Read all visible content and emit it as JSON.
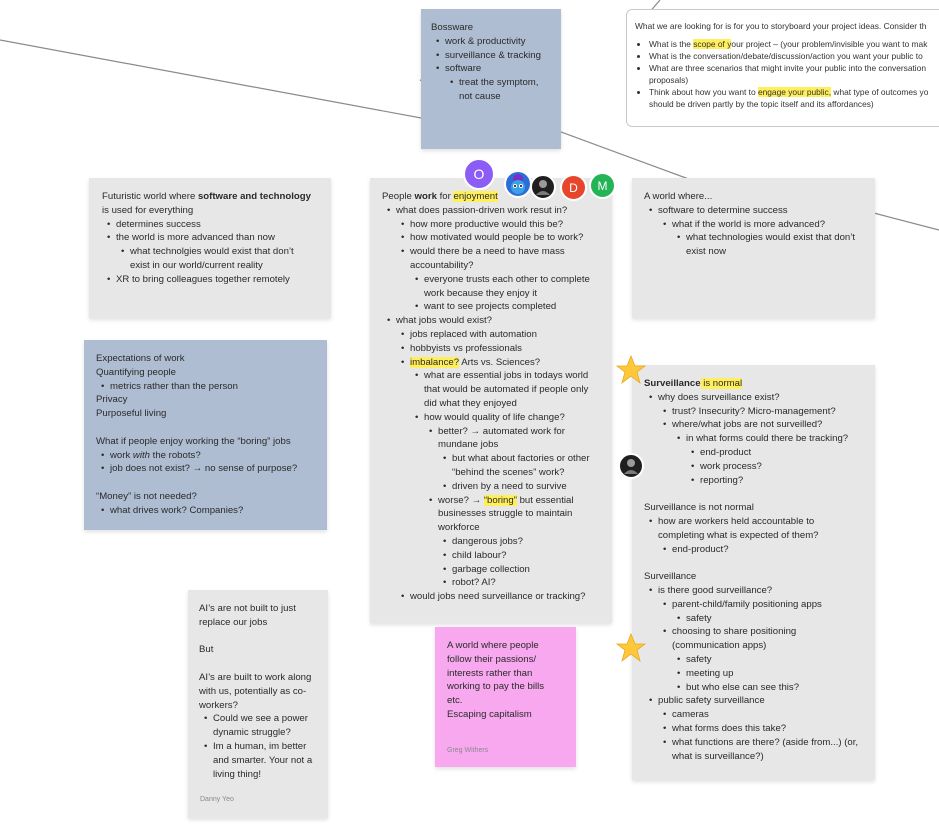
{
  "colors": {
    "grey_sticky": "#e7e7e7",
    "blue_sticky": "#aebdd1",
    "pink_sticky": "#f7a8ee",
    "highlight": "#ffef5c",
    "star": "#ffc83a",
    "avatar_o": "#8b5cf6",
    "avatar_d": "#e8462c",
    "avatar_m": "#22b455"
  },
  "prompt_card": {
    "intro": "What we are looking for is for you to storyboard your project ideas. Consider th",
    "b1_pre": "What is the ",
    "b1_hl": "scope of y",
    "b1_post": "our project – (your problem/invisible you want to mak",
    "b2": "What is the conversation/debate/discussion/action you want your public to",
    "b3a": "What are three scenarios that might invite your public into the conversation",
    "b3b": "proposals)",
    "b4_pre": "Think about how you want to ",
    "b4_hl": "engage your public,",
    "b4_post": " what type of outcomes yo",
    "b4_cont": "should be driven partly by the topic itself and its affordances)"
  },
  "bossware": {
    "title": "Bossware",
    "items": [
      "work & productivity",
      "surveillance & tracking",
      "software"
    ],
    "sub": [
      "treat the symptom,",
      "not cause"
    ]
  },
  "futuristic": {
    "pre": "Futuristic world where ",
    "bold": "software and technology",
    "line2": "is used for everything",
    "l1": "determines success",
    "l2": "the world is more advanced than now",
    "l2a": "what technolgies would exist that don’t",
    "l2b": "exist in our world/current reality",
    "l3": "XR to bring colleagues together remotely"
  },
  "expectations": {
    "l1": "Expectations of work",
    "l2": "Quantifying people",
    "l3": "metrics rather than the person",
    "l4": "Privacy",
    "l5": "Purposeful living",
    "l6": "What if people enjoy working the “boring” jobs",
    "l7a": "work ",
    "l7b": "with",
    "l7c": " the robots?",
    "l8": "job does not exist? → no sense of purpose?",
    "l9": "“Money” is not needed?",
    "l10": "what drives work? Companies?"
  },
  "people_work": {
    "pre": "People ",
    "bold": "work",
    "mid": " for ",
    "hl": "enjoyment",
    "lines": [
      "what does passion-driven work resut in?",
      "how more productive would this be?",
      "how motivated would people be to work?",
      "would there be a need to have mass",
      "accountability?",
      "everyone trusts each other to complete",
      "work because they enjoy it",
      "want to see projects completed",
      "what jobs would exist?",
      "jobs replaced with automation",
      "hobbyists vs professionals",
      "imbalance?",
      " Arts vs. Sciences?",
      "what are essential jobs in todays world",
      "that would be automated if people only",
      "did what they enjoyed",
      "how would quality of life change?",
      "better? → automated work for",
      "mundane jobs",
      "but what about factories or other",
      "“behind the scenes” work?",
      "driven by a need to survive",
      "worse? → ",
      "“boring”",
      " but essential",
      "businesses struggle to maintain",
      "workforce",
      "dangerous jobs?",
      "child labour?",
      "garbage collection",
      "robot? AI?",
      "would jobs need surveillance or tracking?"
    ]
  },
  "a_world": {
    "l1": "A world where...",
    "l2": "software to determine success",
    "l3": "what if the world is more advanced?",
    "l4": "what technologies would exist that don’t",
    "l5": "exist now"
  },
  "surveillance": {
    "t1a": "Surveillance",
    "t1b": " is normal",
    "lines": [
      "why does surveillance exist?",
      "trust? Insecurity? Micro-management?",
      "where/what jobs are not surveilled?",
      "in what forms could there be tracking?",
      "end-product",
      "work process?",
      "reporting?",
      "Surveillance is not normal",
      "how are workers held accountable to",
      "completing what is expected of them?",
      "end-product?",
      "Surveillance",
      "is there good surveillance?",
      "parent-child/family positioning apps",
      "safety",
      "choosing to share positioning",
      "(communication apps)",
      "safety",
      "meeting up",
      "but who else can see this?",
      "public safety surveillance",
      "cameras",
      "what forms does this take?",
      "what functions are there? (aside from...) (or,",
      "what is surveillance?)"
    ]
  },
  "ai": {
    "l1": "AI’s are not built to just",
    "l2": "replace our jobs",
    "l3": "But",
    "l4": "AI’s are built to work along",
    "l5": "with us, potentially as co-",
    "l6": "workers?",
    "l7": "Could we see a power",
    "l8": "dynamic struggle?",
    "l9": "Im a human, im better",
    "l10": "and smarter. Your not a",
    "l11": "living thing!",
    "author": "Danny Yeo"
  },
  "pink": {
    "l1": "A world where people",
    "l2": "follow their passions/",
    "l3": "interests rather than",
    "l4": "working to pay the bills",
    "l5": "etc.",
    "l6": "Escaping capitalism",
    "author": "Greg Withers"
  },
  "avatars": {
    "o": "O",
    "d": "D",
    "m": "M"
  },
  "icons": {
    "star": "star-icon",
    "avatar_photo": "user-photo-avatar",
    "avatar_emoji": "monster-avatar"
  }
}
